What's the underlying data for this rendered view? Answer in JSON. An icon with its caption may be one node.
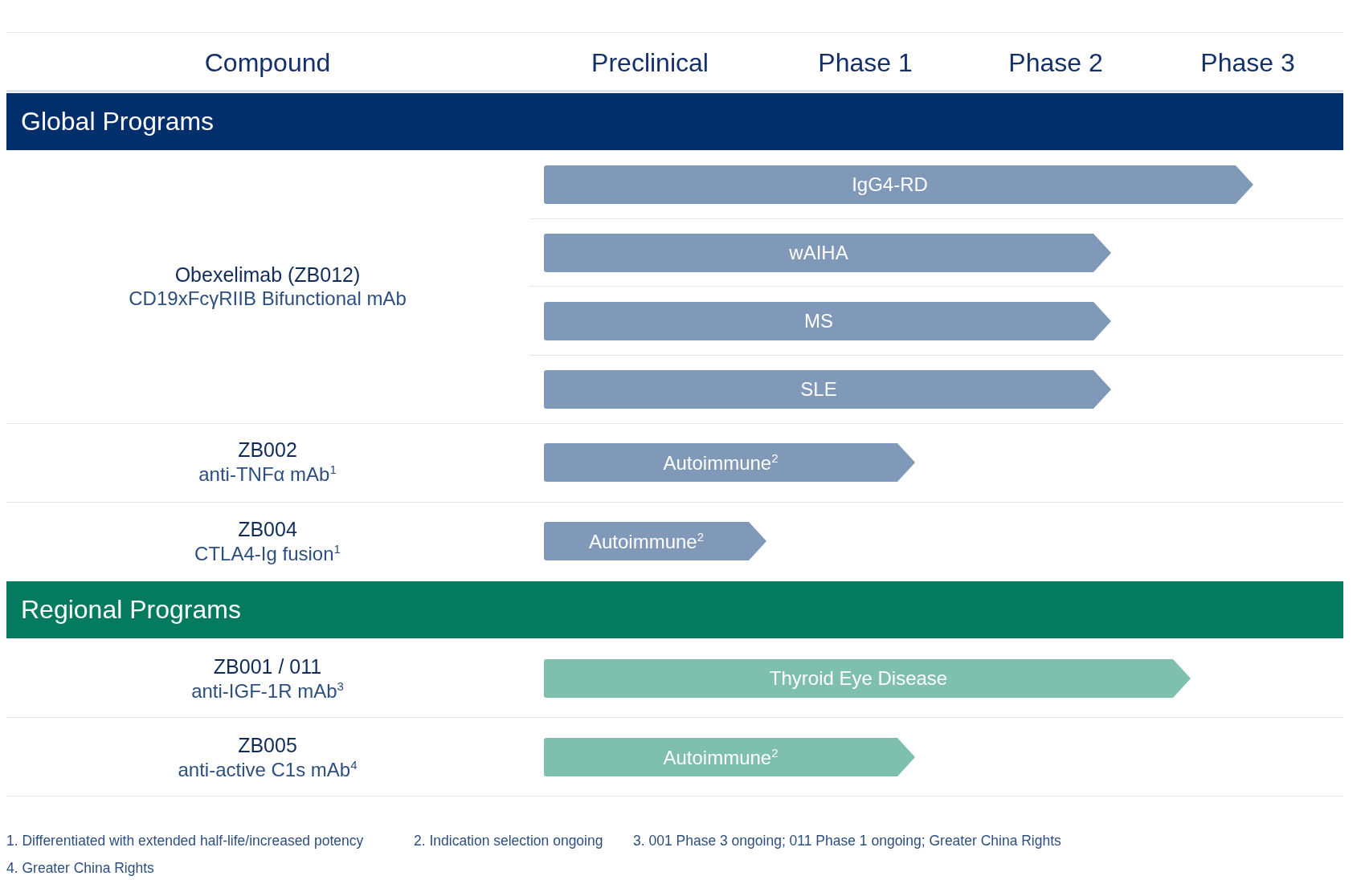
{
  "diagram": {
    "nodes": [
      {
        "text": [
          "Global Programs"
        ]
      },
      {
        "text": [
          "IgG4-RD"
        ]
      },
      {
        "text": [
          "wAIHA"
        ]
      },
      {
        "text": [
          "MS"
        ]
      },
      {
        "text": [
          "SLE"
        ]
      },
      {
        "text": [
          "Autoimmune$^{2}$"
        ]
      },
      {
        "text": [
          "Autoimmune$^{2}$"
        ]
      },
      {
        "text": [
          "Regional Programs"
        ]
      },
      {
        "text": [
          "Thyroid Eye Disease"
        ]
      },
      {
        "text": [
          "Autoimmune$^{2}$"
        ]
      }
    ],
    "labels": [
      "Compound",
      "Preclinical",
      "Phase 1",
      "Phase 2",
      "Phase 3",
      "Obexelimab (ZB012)",
      "CD19xFcγRIIB Bifunctional mAb",
      "ZB002",
      "anti-TNFα mAb$^{1}$",
      "ZB004",
      "CTLA4-Ig fusion$^{1}$",
      "ZB001 / 011",
      "anti-IGF-1R mAb$^{3}$",
      "ZB005",
      "anti-active C1s mAb$^{4}$",
      "1. Differentiated with extended half-life/increased potency",
      "2. Indication selection ongoing",
      "3. 001 Phase 3 ongoing; 011 Phase 1 ongoing; Greater China Rights",
      "4. Greater China Rights"
    ]
  }
}
